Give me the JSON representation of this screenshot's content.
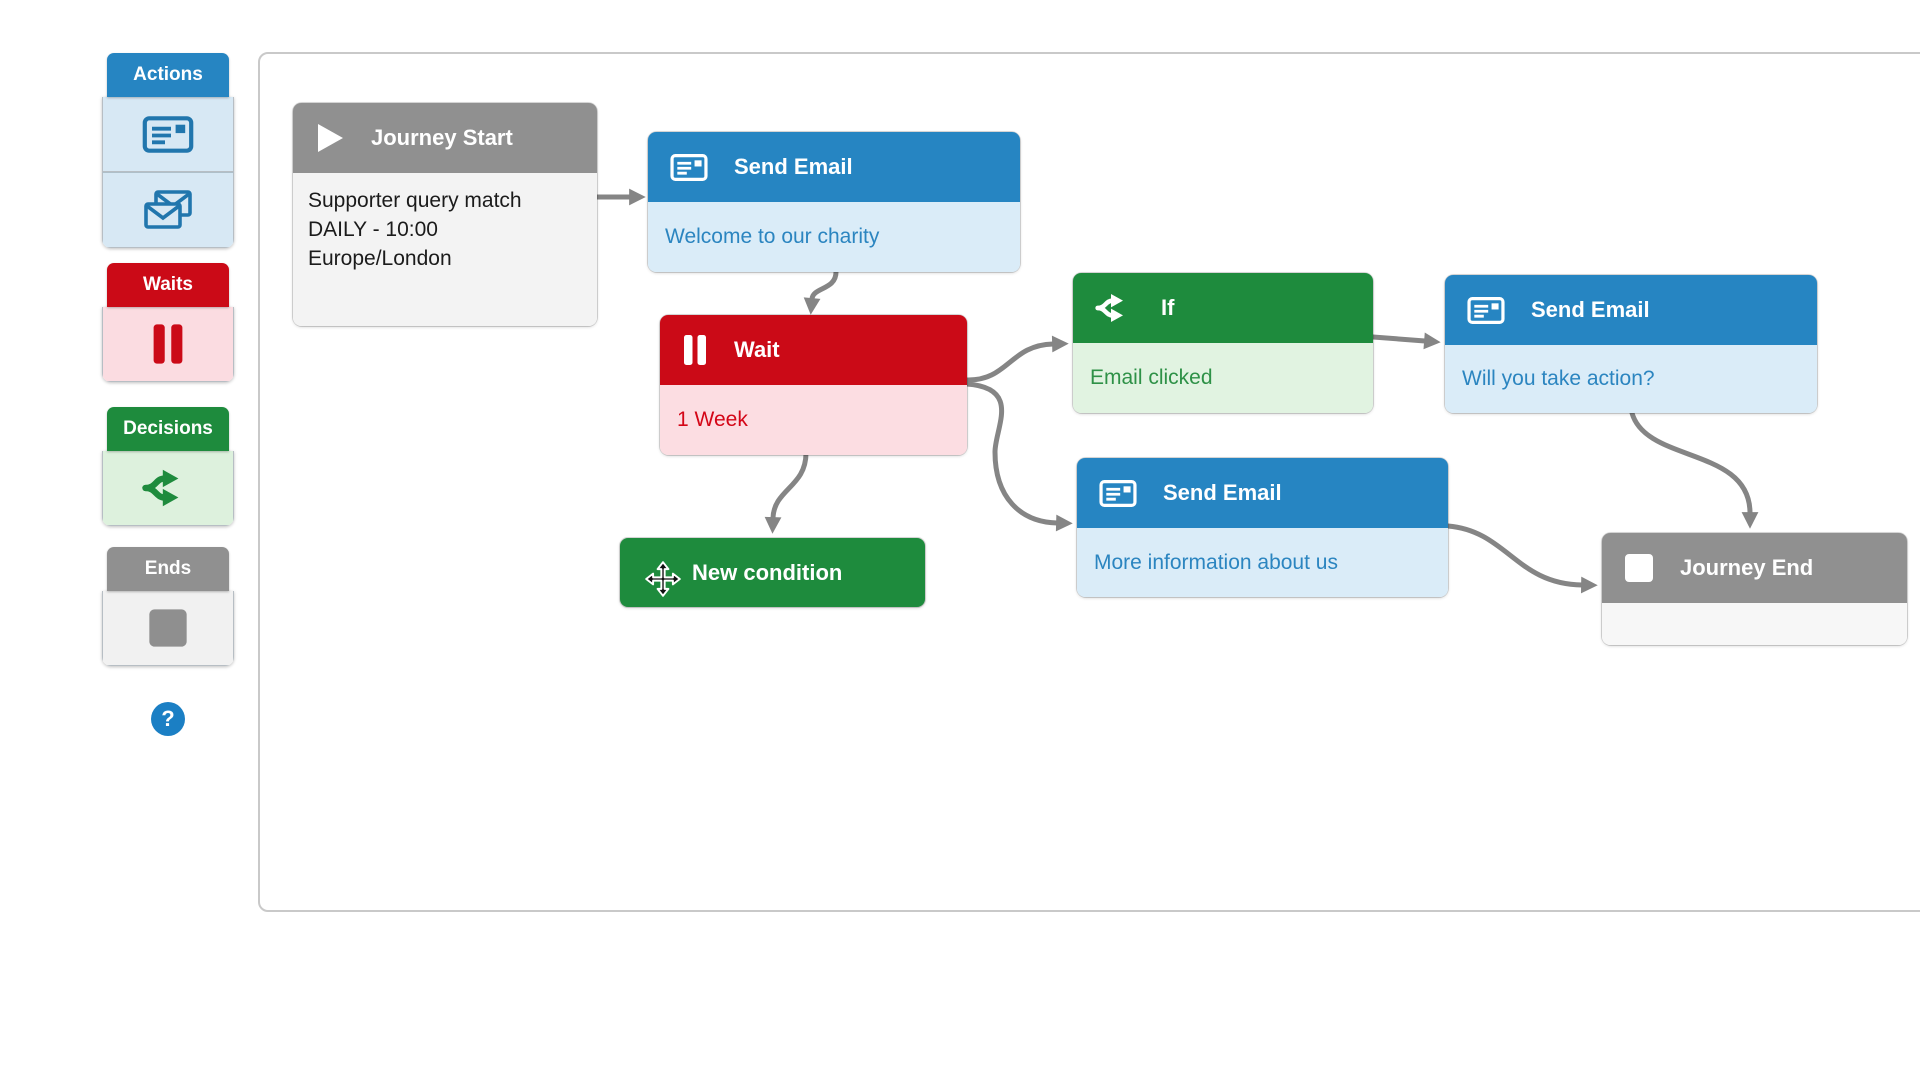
{
  "palette": {
    "groups": [
      {
        "label": "Actions",
        "items": [
          {
            "icon": "email-card-icon"
          },
          {
            "icon": "bulk-email-icon"
          }
        ]
      },
      {
        "label": "Waits",
        "items": [
          {
            "icon": "pause-icon"
          }
        ]
      },
      {
        "label": "Decisions",
        "items": [
          {
            "icon": "branch-icon"
          }
        ]
      },
      {
        "label": "Ends",
        "items": [
          {
            "icon": "stop-icon"
          }
        ]
      }
    ],
    "help_label": "?"
  },
  "nodes": [
    {
      "id": "journey-start",
      "type": "start",
      "title": "Journey Start",
      "body": "Supporter query match DAILY - 10:00 Europe/London"
    },
    {
      "id": "send-email-welcome",
      "type": "action",
      "title": "Send Email",
      "body": "Welcome to our charity"
    },
    {
      "id": "wait-1-week",
      "type": "wait",
      "title": "Wait",
      "body": "1 Week"
    },
    {
      "id": "if-email-clicked",
      "type": "decision",
      "title": "If",
      "body": "Email clicked"
    },
    {
      "id": "send-email-action",
      "type": "action",
      "title": "Send Email",
      "body": "Will you take action?"
    },
    {
      "id": "send-email-info",
      "type": "action",
      "title": "Send Email",
      "body": "More information about us"
    },
    {
      "id": "new-condition",
      "type": "decision",
      "title": "New condition",
      "body": ""
    },
    {
      "id": "journey-end",
      "type": "end",
      "title": "Journey End",
      "body": ""
    }
  ],
  "connections": [
    {
      "from": "journey-start",
      "to": "send-email-welcome"
    },
    {
      "from": "send-email-welcome",
      "to": "wait-1-week"
    },
    {
      "from": "wait-1-week",
      "to": "if-email-clicked"
    },
    {
      "from": "wait-1-week",
      "to": "send-email-info"
    },
    {
      "from": "wait-1-week",
      "to": "new-condition"
    },
    {
      "from": "if-email-clicked",
      "to": "send-email-action"
    },
    {
      "from": "send-email-action",
      "to": "journey-end"
    },
    {
      "from": "send-email-info",
      "to": "journey-end"
    }
  ],
  "colors": {
    "action_blue": "#2685c2",
    "action_blue_light": "#daecf8",
    "wait_red": "#cb0a17",
    "wait_red_light": "#fcdde2",
    "decision_green": "#1e8b3d",
    "decision_green_light": "#e1f3e1",
    "end_gray": "#909090",
    "end_gray_light": "#f4f4f4",
    "connector_gray": "#858585",
    "help_blue": "#1b7fc4"
  }
}
